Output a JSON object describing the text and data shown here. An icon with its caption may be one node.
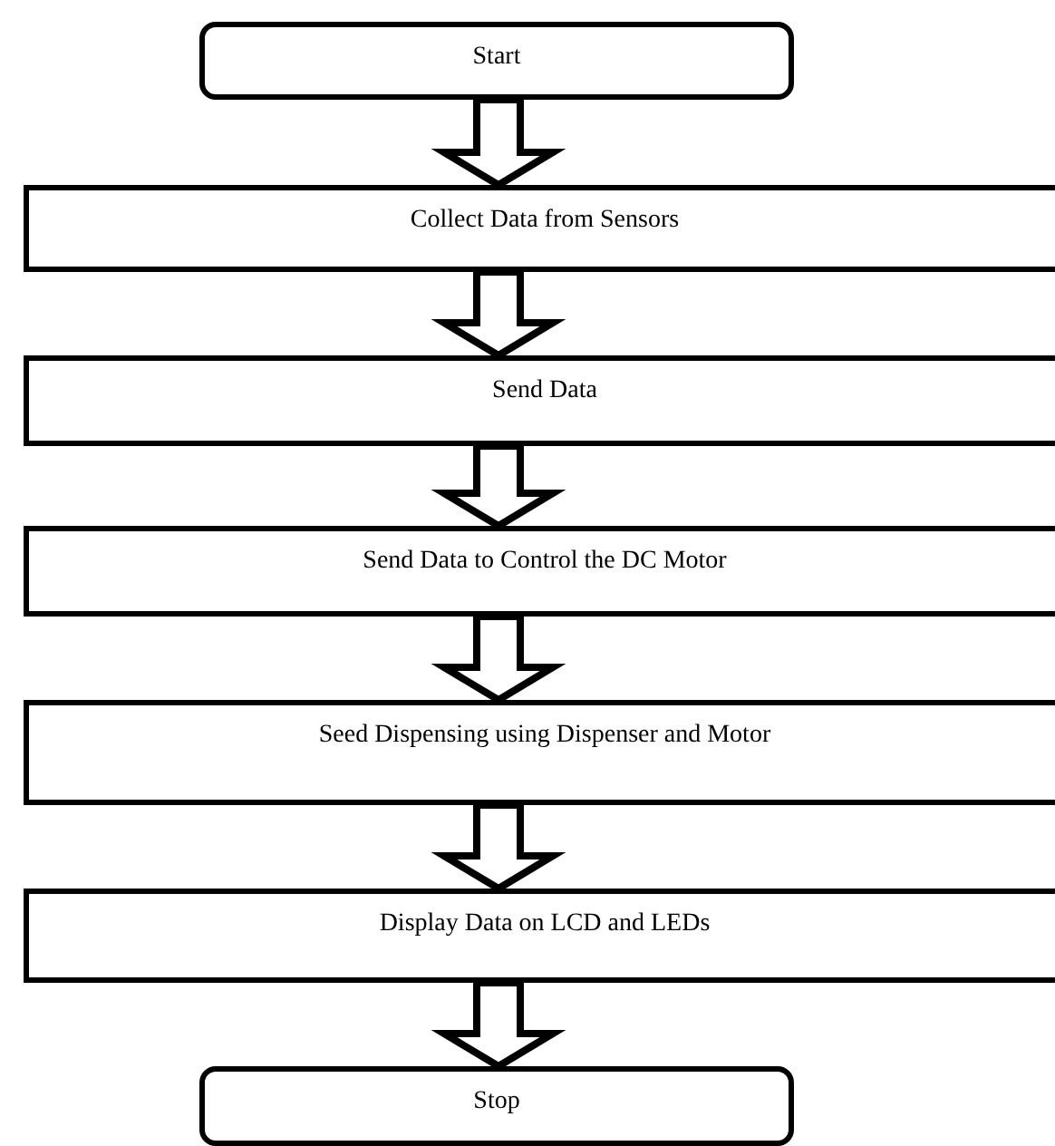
{
  "diagram": {
    "nodes": [
      {
        "text": [
          "Start"
        ]
      },
      {
        "text": [
          "Collect Data from Sensors"
        ]
      },
      {
        "text": [
          "Send Data"
        ]
      },
      {
        "text": [
          "Send Data to Control the DC Motor"
        ]
      },
      {
        "text": [
          "Seed Dispensing using Dispenser and Motor"
        ]
      },
      {
        "text": [
          "Display Data on LCD and LEDs"
        ]
      },
      {
        "text": [
          "Stop"
        ]
      }
    ],
    "edges": [
      {
        "from": 0,
        "to": 1,
        "arrow": "to"
      },
      {
        "from": 1,
        "to": 2,
        "arrow": "to"
      },
      {
        "from": 2,
        "to": 3,
        "arrow": "to"
      },
      {
        "from": 3,
        "to": 4,
        "arrow": "to"
      },
      {
        "from": 4,
        "to": 5,
        "arrow": "to"
      },
      {
        "from": 5,
        "to": 6,
        "arrow": "to"
      }
    ]
  }
}
